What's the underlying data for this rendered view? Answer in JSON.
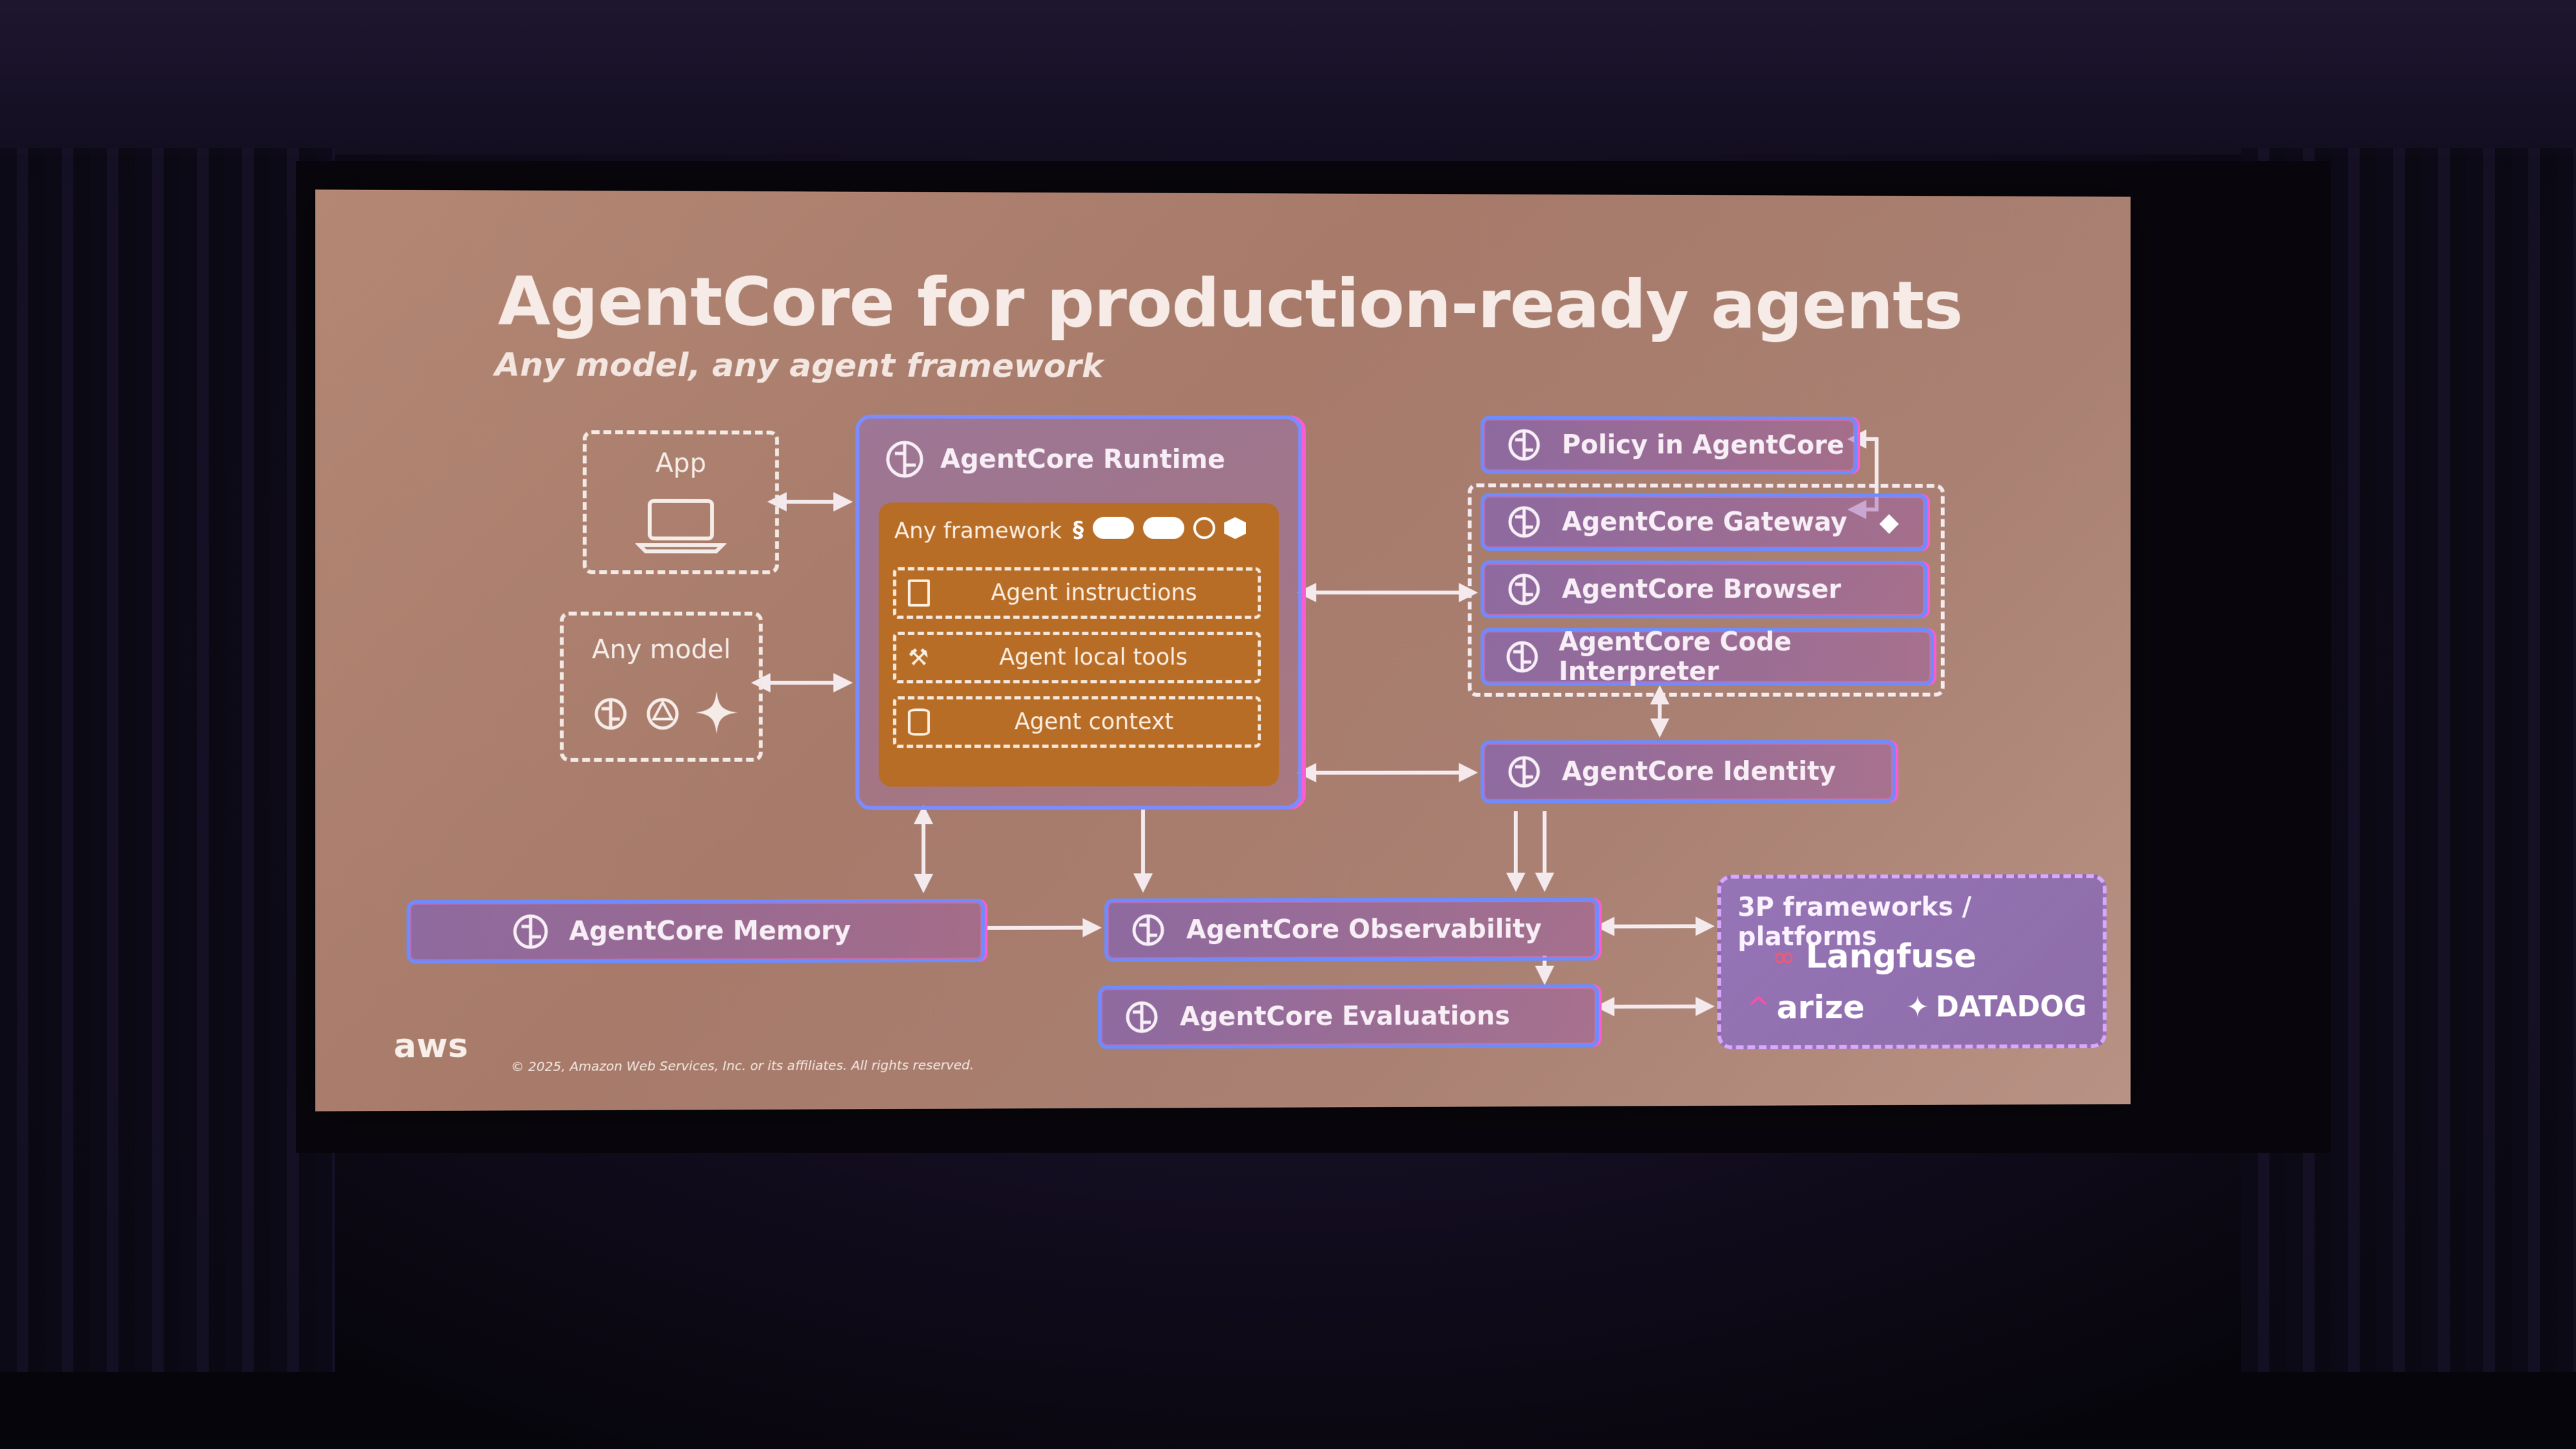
{
  "slide": {
    "title": "AgentCore for production-ready agents",
    "subtitle": "Any model, any agent framework",
    "footer": "© 2025, Amazon Web Services, Inc. or its affiliates. All rights reserved.",
    "brand": "aws"
  },
  "left": {
    "app_label": "App",
    "model_label": "Any model",
    "memory_label": "AgentCore Memory"
  },
  "runtime": {
    "title": "AgentCore Runtime",
    "framework_label": "Any framework",
    "rows": [
      "Agent instructions",
      "Agent local tools",
      "Agent context"
    ]
  },
  "right": {
    "policy": "Policy in AgentCore",
    "gateway": "AgentCore Gateway",
    "browser": "AgentCore Browser",
    "code_interpreter": "AgentCore Code Interpreter",
    "identity": "AgentCore Identity",
    "observability": "AgentCore Observability",
    "evaluations": "AgentCore Evaluations"
  },
  "third_party": {
    "title": "3P frameworks / platforms",
    "langfuse": "Langfuse",
    "arize": "arize",
    "datadog": "DATADOG"
  },
  "icons": {
    "brain": "brain-circuit-icon",
    "laptop": "laptop-icon",
    "sparkle": "sparkle-icon",
    "openai": "openai-icon",
    "doc": "document-icon",
    "tool": "hammer-icon",
    "db": "database-icon"
  },
  "colors": {
    "slide_bg": "#a97c6c",
    "pill_border": "#6d8cff",
    "pill_glow": "#ff5bd0",
    "runtime_inner": "#b86d26",
    "third_party_bg": "#8c6ed2"
  }
}
